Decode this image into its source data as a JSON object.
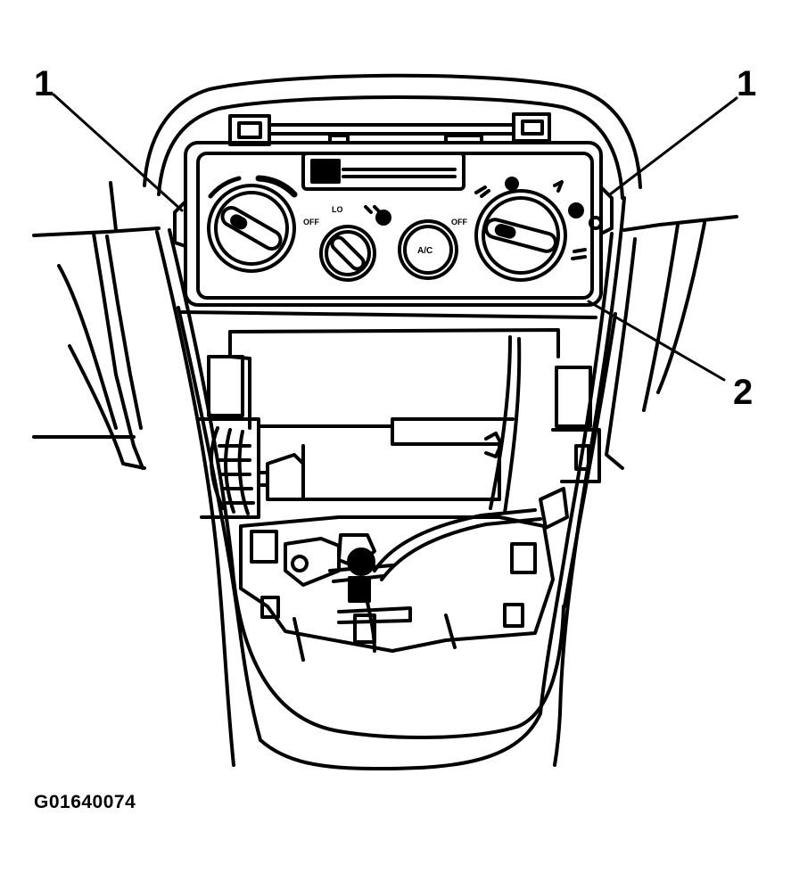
{
  "callouts": {
    "left": "1",
    "right": "1",
    "bezel": "2"
  },
  "panel": {
    "off_left": "OFF",
    "lo": "LO",
    "ac": "A/C",
    "off_right": "OFF"
  },
  "figure_id": "G01640074"
}
